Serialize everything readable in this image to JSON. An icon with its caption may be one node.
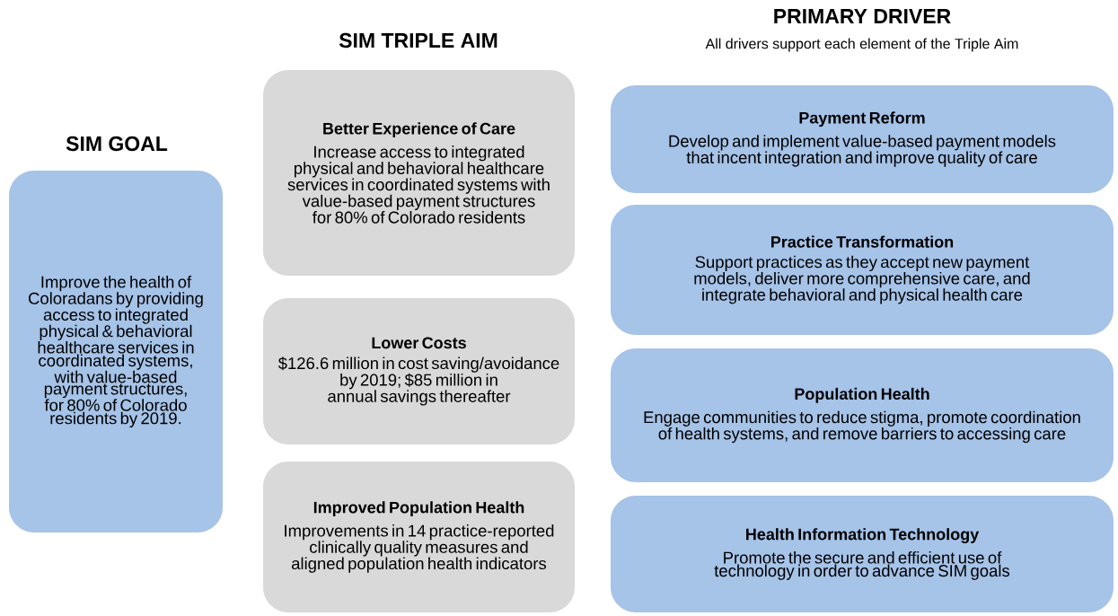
{
  "diagram": {
    "nodes": [
      {
        "text": [
          "Improve the health of Coloradans by providing access to integrated physical & behavioral healthcare services in coordinated systems, with value-based payment structures, for 80% of Colorado residents by 2019."
        ]
      },
      {
        "text": [
          "Better Experience of Care",
          "Increase access to integrated physical and behavioral healthcare services in coordinated systems with value-based payment structures for 80% of Colorado residents"
        ]
      },
      {
        "text": [
          "Lower Costs",
          "$126.6 million in cost saving/avoidance by 2019; $85 million in annual savings thereafter"
        ]
      },
      {
        "text": [
          "Improved Population Health",
          "Improvements in 14 practice-reported clinically quality measures and aligned population health indicators"
        ]
      },
      {
        "text": [
          "Payment Reform",
          "Develop and implement value-based payment models that incent integration and improve quality of care"
        ]
      },
      {
        "text": [
          "Practice Transformation",
          "Support practices as they accept new payment models, deliver more comprehensive care, and integrate behavioral and physical health care"
        ]
      },
      {
        "text": [
          "Population Health",
          "Engage communities to reduce stigma, promote coordination of health systems, and remove barriers to accessing care"
        ]
      },
      {
        "text": [
          "Health Information Technology",
          "Promote the secure and efficient use of technology in order to advance SIM goals"
        ]
      }
    ],
    "edges": [],
    "labels": [
      "PRIMARY DRIVER",
      "SIM TRIPLE AIM",
      "All drivers support each element of the Triple Aim",
      "SIM GOAL"
    ]
  }
}
